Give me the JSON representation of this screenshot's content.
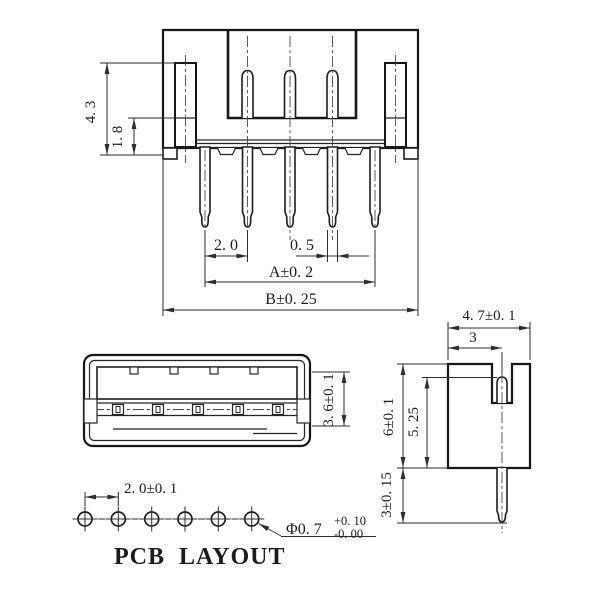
{
  "colors": {
    "line": "#171717",
    "dim_line": "#2e2e2e",
    "text": "#1c1c1c",
    "background": "#ffffff"
  },
  "front_view": {
    "dim_total_height": "4. 3",
    "dim_base_height": "1. 8",
    "dim_pin_pitch": "2. 0",
    "dim_pin_width": "0. 5",
    "dim_span_a": "A±0. 2",
    "dim_width_b": "B±0. 25"
  },
  "bottom_view": {
    "dim_opening_height": "3. 6±0. 1"
  },
  "side_view": {
    "dim_depth": "4. 7±0. 1",
    "dim_slot_offset": "3",
    "dim_body_height": "6±0. 1",
    "dim_cavity_depth": "5. 25",
    "dim_pin_length": "3±0. 15"
  },
  "pcb_layout": {
    "dim_hole_pitch": "2. 0±0. 1",
    "dim_hole_diameter": "Φ0. 7",
    "dim_hole_tol_plus": "+0. 10",
    "dim_hole_tol_minus": "-0. 00",
    "caption": "PCB  LAYOUT"
  }
}
